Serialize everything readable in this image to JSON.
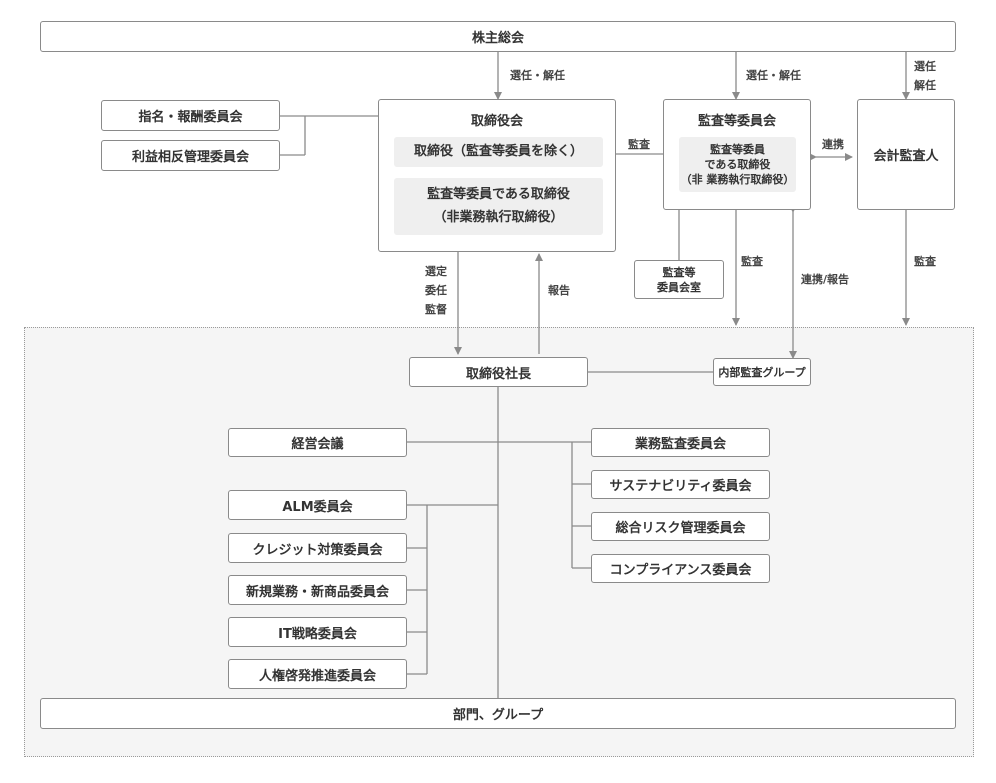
{
  "shareholders": "株主総会",
  "labels": {
    "appoint_dismiss": "選任・解任",
    "appoint_dismiss_2": "選任・解任",
    "appoint_dismiss_stacked": "選任\n解任",
    "audit_to_board": "監査",
    "coordination": "連携",
    "audit_down": "監査",
    "coord_report": "連携/報告",
    "auditor_audit": "監査",
    "select_delegate": "選定\n委任\n監督",
    "report": "報告"
  },
  "board": {
    "title": "取締役会",
    "directors": "取締役（監査等委員を除く）",
    "audit_directors": "監査等委員である取締役\n（非業務執行取締役）"
  },
  "nomination": "指名・報酬委員会",
  "conflict": "利益相反管理委員会",
  "audit_committee": {
    "title": "監査等委員会",
    "inner": "監査等委員\nである取締役\n（非 業務執行取締役）"
  },
  "audit_office": "監査等\n委員会室",
  "accounting_auditor": "会計監査人",
  "president": "取締役社長",
  "internal_audit": "内部監査グループ",
  "management_meeting": "経営会議",
  "left_committees": [
    "ALM委員会",
    "クレジット対策委員会",
    "新規業務・新商品委員会",
    "IT戦略委員会",
    "人権啓発推進委員会"
  ],
  "right_committees": [
    "業務監査委員会",
    "サステナビリティ委員会",
    "総合リスク管理委員会",
    "コンプライアンス委員会"
  ],
  "departments": "部門、グループ",
  "colors": {
    "line": "#8a8a8a",
    "border": "#8a8a8a",
    "inner_fill": "#efefef",
    "region_fill": "#f5f5f5"
  }
}
